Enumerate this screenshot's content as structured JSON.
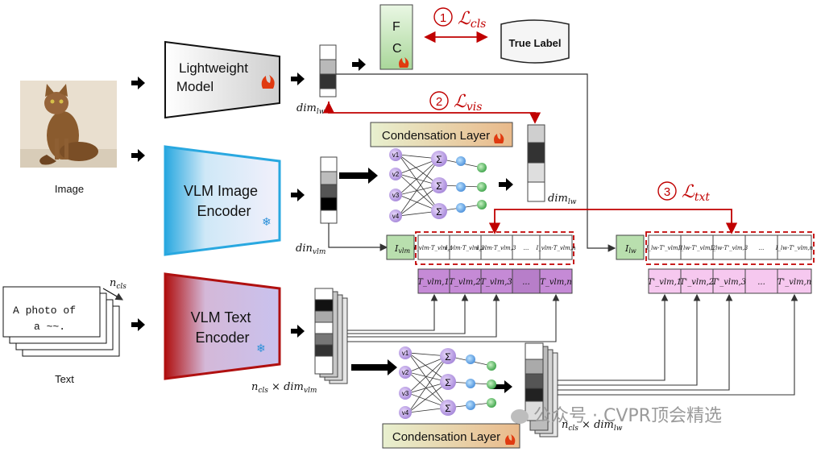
{
  "colors": {
    "red": "#c00000",
    "lw_fill": "#e8e8e8",
    "vlm_img": "#29a8e0",
    "vlm_txt": "#b01010",
    "green": "#b9dfae",
    "purple": "#c58ad6",
    "pink": "#f6c8ef",
    "cond": "#e9d2b0"
  },
  "labels": {
    "image": "Image",
    "text": "Text",
    "lightweight_line1": "Lightweight",
    "lightweight_line2": "Model",
    "vlm_img_line1": "VLM Image",
    "vlm_img_line2": "Encoder",
    "vlm_txt_line1": "VLM Text",
    "vlm_txt_line2": "Encoder",
    "fc_f": "F",
    "fc_c": "C",
    "true_label": "True Label",
    "condensation_top": "Condensation Layer",
    "condensation_bottom": "Condensation Layer",
    "prompt_line1": "A photo of",
    "prompt_line2": "a ~~.",
    "dim_lw_1": "dim",
    "dim_lw_sub": "lw",
    "dim_vlm": "din",
    "dim_vlm_sub": "vlm",
    "ncls": "n",
    "ncls_sub": "cls",
    "ncls_dim": "n",
    "ncls_dim_mid": " × dim",
    "ncls_dim_sub": "vlm",
    "ncls_dim2_mid": " × dim",
    "ncls_dim2_sub": "lw"
  },
  "losses": [
    {
      "num": "1",
      "sym": "ℒ",
      "sub": "cls"
    },
    {
      "num": "2",
      "sym": "ℒ",
      "sub": "vis"
    },
    {
      "num": "3",
      "sym": "ℒ",
      "sub": "txt"
    }
  ],
  "I_vlm": {
    "main": "I",
    "sub": "vlm"
  },
  "I_lw": {
    "main": "I",
    "sub": "lw"
  },
  "vlm_products": [
    "I_vlm·T_vlm,1",
    "I_vlm·T_vlm,2",
    "I_vlm·T_vlm,3",
    "...",
    "I_vlm·T_vlm,n"
  ],
  "vlm_T": [
    "T_vlm,1",
    "T_vlm,2",
    "T_vlm,3",
    "...",
    "T_vlm,n"
  ],
  "lw_products": [
    "I_lw·T'_vlm,1",
    "I_lw·T'_vlm,2",
    "I_lw·T'_vlm,3",
    "...",
    "I_lw·T'_vlm,n"
  ],
  "lw_T": [
    "T'_vlm,1",
    "T'_vlm,2",
    "T'_vlm,3",
    "...",
    "T'_vlm,n"
  ],
  "nodes_v": [
    "v1",
    "v2",
    "v3",
    "v4"
  ],
  "watermark": "公众号 · CVPR顶会精选"
}
